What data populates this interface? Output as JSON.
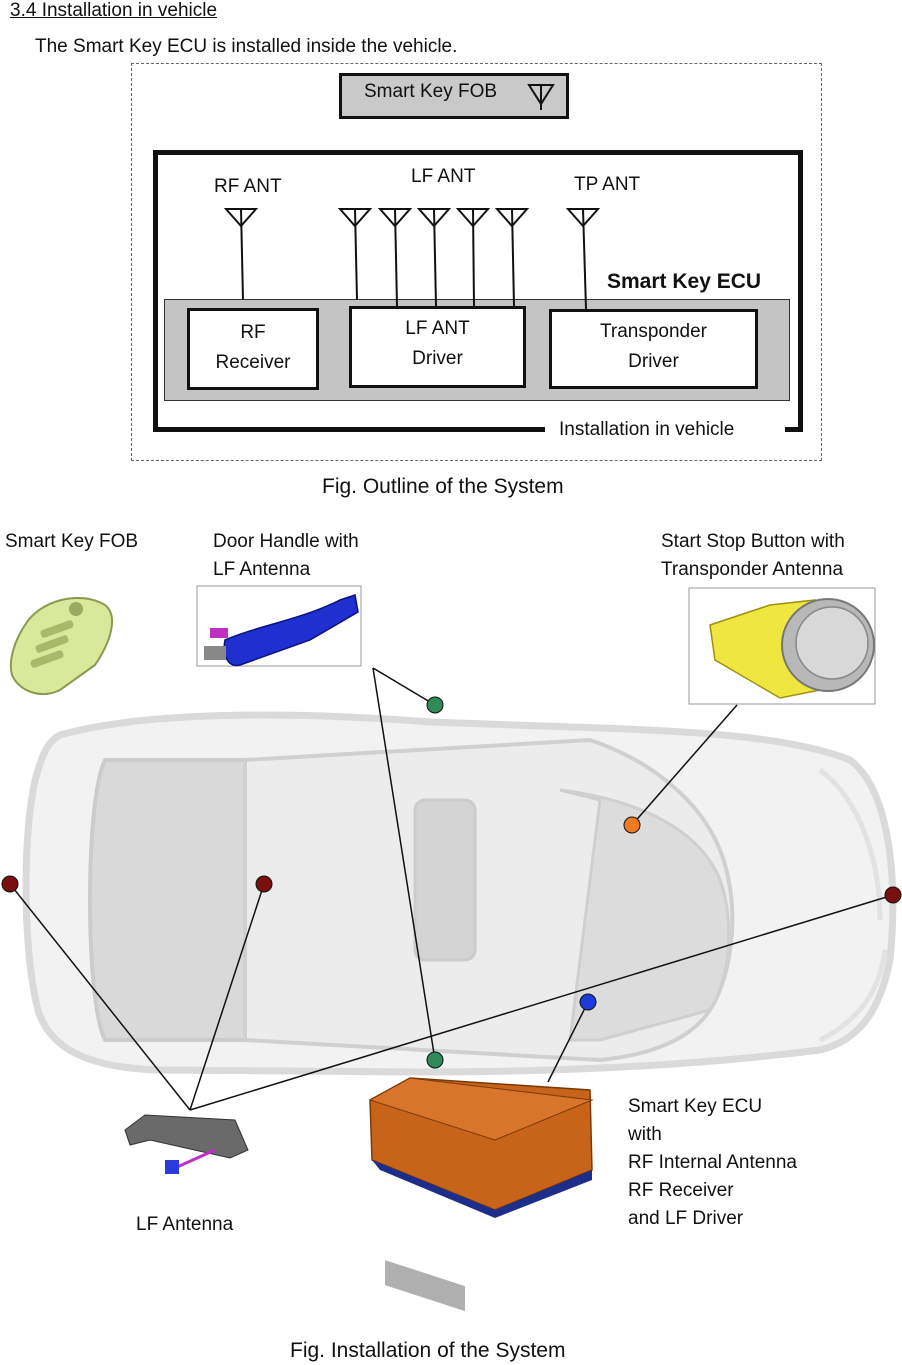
{
  "section_title": "3.4 Installation in vehicle",
  "intro": "The Smart Key ECU is installed inside the vehicle.",
  "outline": {
    "fob_label": "Smart Key FOB",
    "rf_ant": "RF ANT",
    "lf_ant": "LF ANT",
    "tp_ant": "TP ANT",
    "ecu_label": "Smart Key ECU",
    "rf_receiver": [
      "RF",
      "Receiver"
    ],
    "lf_driver": [
      "LF ANT",
      "Driver"
    ],
    "transponder_driver": [
      "Transponder",
      "Driver"
    ],
    "install_label": "Installation in vehicle",
    "caption": "Fig. Outline of the System"
  },
  "installation": {
    "fob_label": "Smart Key FOB",
    "door_handle_label": "Door Handle with\nLF Antenna",
    "start_stop_label": "Start Stop Button with\nTransponder Antenna",
    "ecu_label": "Smart Key ECU\nwith\nRF Internal Antenna\nRF Receiver\nand LF Driver",
    "lf_antenna_label": "LF Antenna",
    "caption": "Fig. Installation of the System",
    "colors": {
      "lf_marker": "#7a0f0f",
      "door_marker": "#2e8b57",
      "start_marker": "#f07a20",
      "ecu_marker": "#1d3bdc",
      "fob_body": "#d9e89a",
      "handle": "#1f2fd0",
      "button": "#f0e640",
      "ecu_box": "#c8631a"
    }
  }
}
